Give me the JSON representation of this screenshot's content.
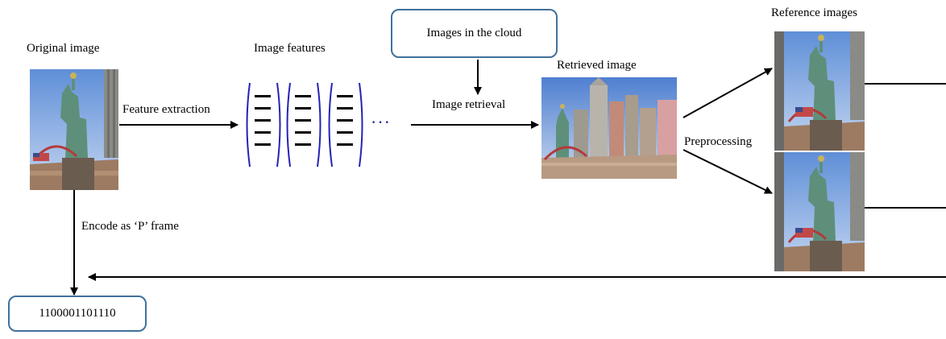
{
  "labels": {
    "original_image": "Original image",
    "image_features": "Image features",
    "images_in_cloud": "Images in the cloud",
    "retrieved_image": "Retrieved image",
    "reference_images": "Reference images",
    "feature_extraction": "Feature extraction",
    "image_retrieval": "Image retrieval",
    "preprocessing": "Preprocessing",
    "encode_as_p_frame": "Encode as ‘P’ frame",
    "bitstream": "1100001101110",
    "ellipsis": "···"
  },
  "colors": {
    "box_border": "#41719c",
    "bracket": "#2323b4",
    "arrow": "#000000"
  },
  "images": {
    "original": "statue-of-liberty-photo",
    "retrieved": "new-york-new-york-casino-photo",
    "reference_top": "statue-of-liberty-reference-photo",
    "reference_bottom": "statue-of-liberty-reference-photo"
  }
}
